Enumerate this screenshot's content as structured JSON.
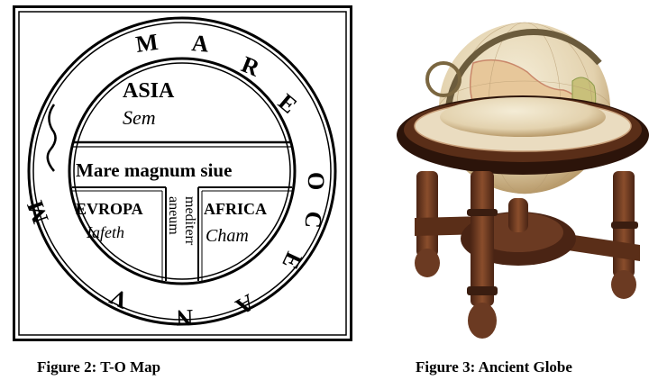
{
  "figures": [
    {
      "id": "to-map",
      "caption": "Figure 2: T-O Map",
      "map": {
        "outer_ring_text": [
          "M",
          "A",
          "R",
          "E",
          "O",
          "C",
          "E",
          "A",
          "N",
          "V",
          "M"
        ],
        "continents": {
          "asia": {
            "name": "ASIA",
            "son": "Sem"
          },
          "europa": {
            "name": "EVROPA",
            "son": "Iafeth"
          },
          "africa": {
            "name": "AFRICA",
            "son": "Cham"
          }
        },
        "crossbar_text": "Mare magnum siue",
        "stem_text_left": "mediterr",
        "stem_text_right": "aneum"
      }
    },
    {
      "id": "ancient-globe",
      "caption": "Figure 3: Ancient Globe"
    }
  ],
  "colors": {
    "ink": "#000000",
    "paper": "#ffffff",
    "globe_ocean": "#e8dcc0",
    "globe_land": "#d9b98a",
    "wood_dark": "#3a1d10",
    "wood_mid": "#6b3a22",
    "brass": "#6b5b3c"
  }
}
